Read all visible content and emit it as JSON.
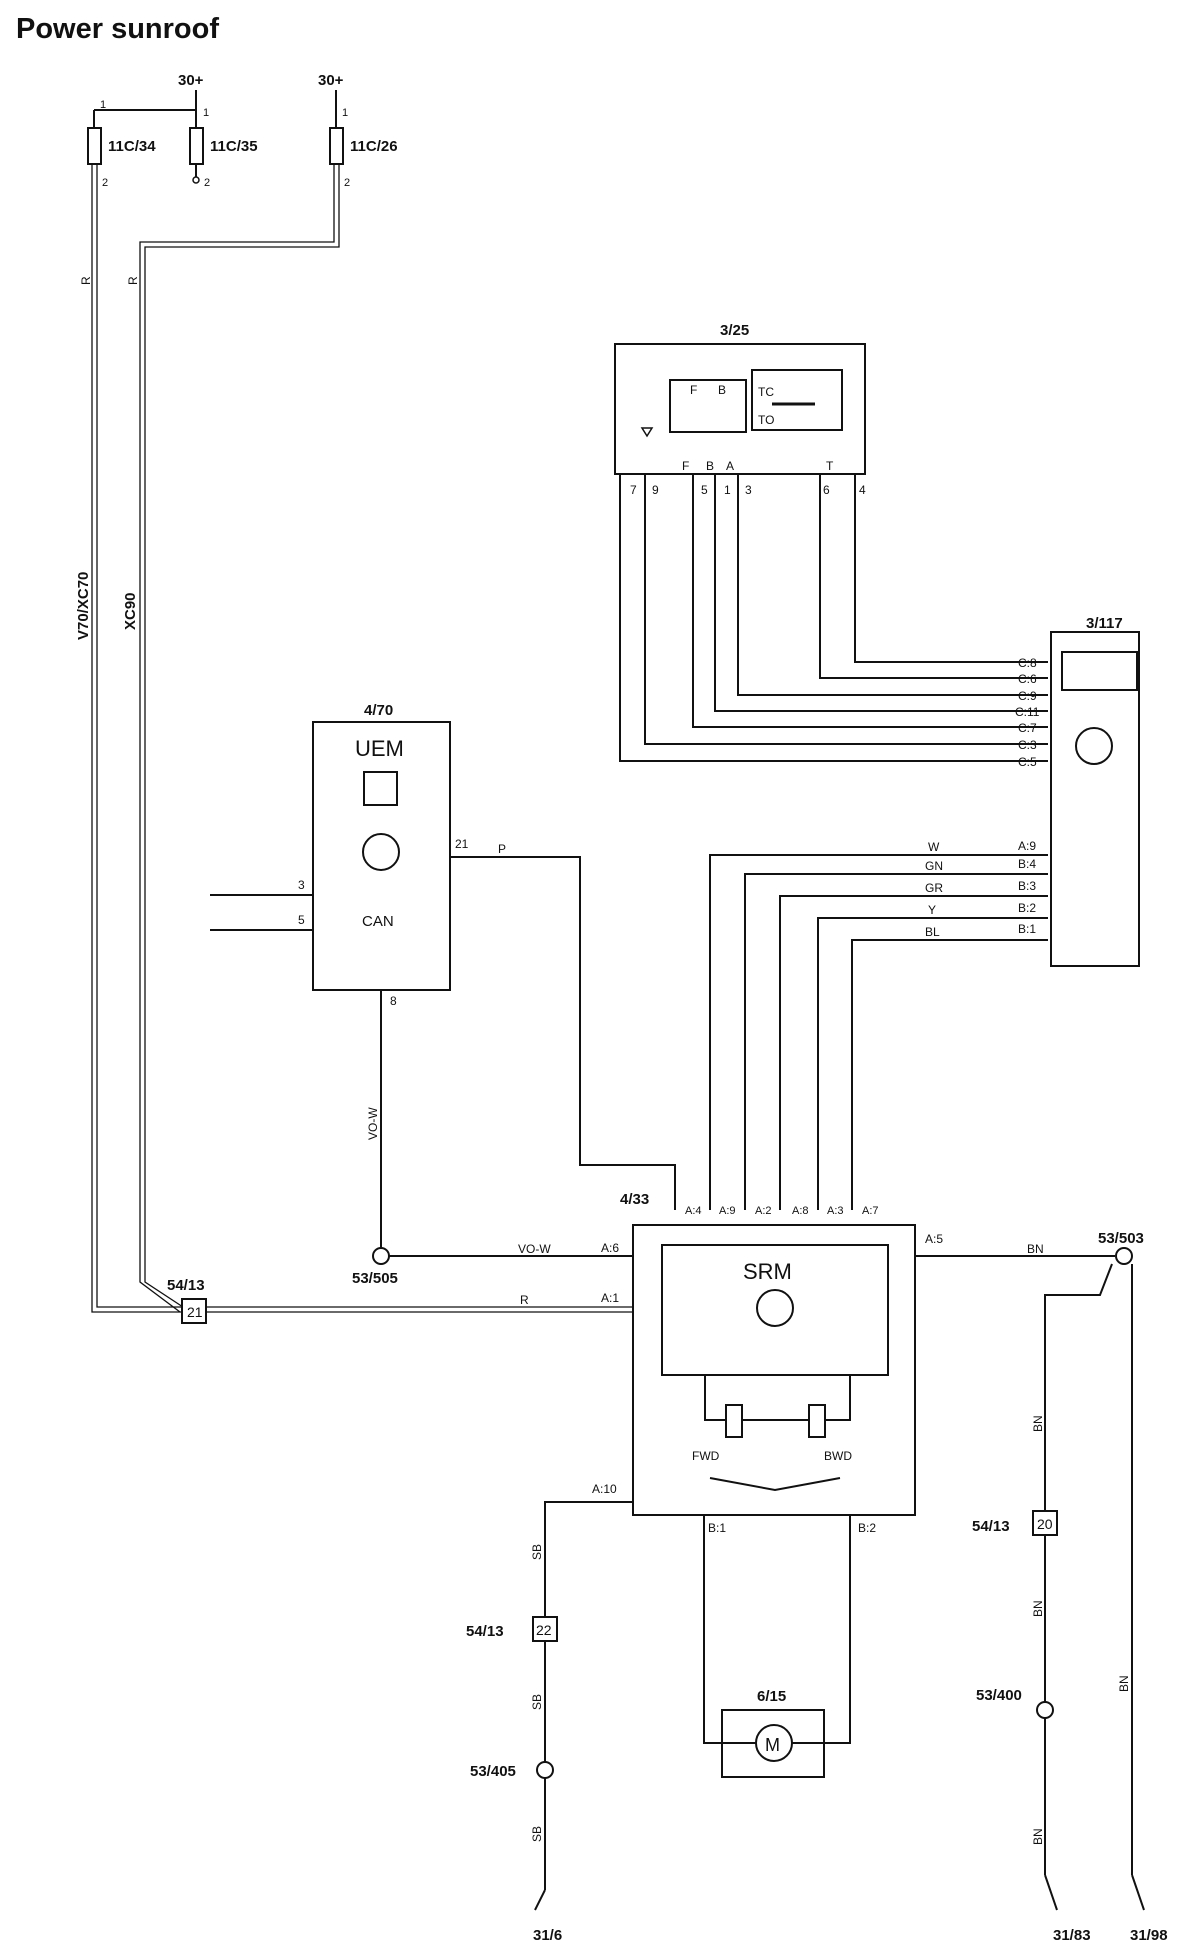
{
  "title": "Power sunroof",
  "supply": {
    "s1": "30+",
    "s2": "30+"
  },
  "fuses": [
    {
      "id": "11C/34",
      "pin_top": "1",
      "pin_bottom": "2"
    },
    {
      "id": "11C/35",
      "pin_top": "1",
      "pin_bottom": "2"
    },
    {
      "id": "11C/26",
      "pin_top": "1",
      "pin_bottom": "2"
    }
  ],
  "wires": {
    "r": "R",
    "variant1": "V70/XC70",
    "variant2": "XC90",
    "p": "P",
    "vo_w": "VO-W",
    "bn": "BN",
    "sb": "SB",
    "w": "W",
    "gn": "GN",
    "gr": "GR",
    "y": "Y",
    "bl": "BL"
  },
  "switch": {
    "id": "3/25",
    "tc": "TC",
    "to": "TO",
    "f": "F",
    "b": "B",
    "a": "A",
    "t": "T",
    "pins": [
      "7",
      "9",
      "5",
      "1",
      "3",
      "6",
      "4"
    ]
  },
  "cem": {
    "id": "3/117",
    "c_pins": [
      "C:8",
      "C:6",
      "C:9",
      "C:11",
      "C:7",
      "C:3",
      "C:5"
    ],
    "a_pins": [
      "A:9",
      "B:4",
      "B:3",
      "B:2",
      "B:1"
    ]
  },
  "uem": {
    "id": "4/70",
    "name": "UEM",
    "can": "CAN",
    "pin21": "21",
    "pin3": "3",
    "pin5": "5",
    "pin8": "8"
  },
  "srm": {
    "id": "4/33",
    "name": "SRM",
    "top_pins": [
      "A:4",
      "A:9",
      "A:2",
      "A:8",
      "A:3",
      "A:7"
    ],
    "a6": "A:6",
    "a1": "A:1",
    "a5": "A:5",
    "a10": "A:10",
    "b1": "B:1",
    "b2": "B:2",
    "fwd": "FWD",
    "bwd": "BWD"
  },
  "connectors": {
    "c1": "54/13",
    "c1_pin": "21",
    "c2": "54/13",
    "c2_pin": "20",
    "c3": "54/13",
    "c3_pin": "22"
  },
  "splices": {
    "s505": "53/505",
    "s503": "53/503",
    "s400": "53/400",
    "s405": "53/405"
  },
  "motor": {
    "id": "6/15",
    "symbol": "M"
  },
  "grounds": {
    "g1": "31/6",
    "g2": "31/83",
    "g3": "31/98"
  }
}
